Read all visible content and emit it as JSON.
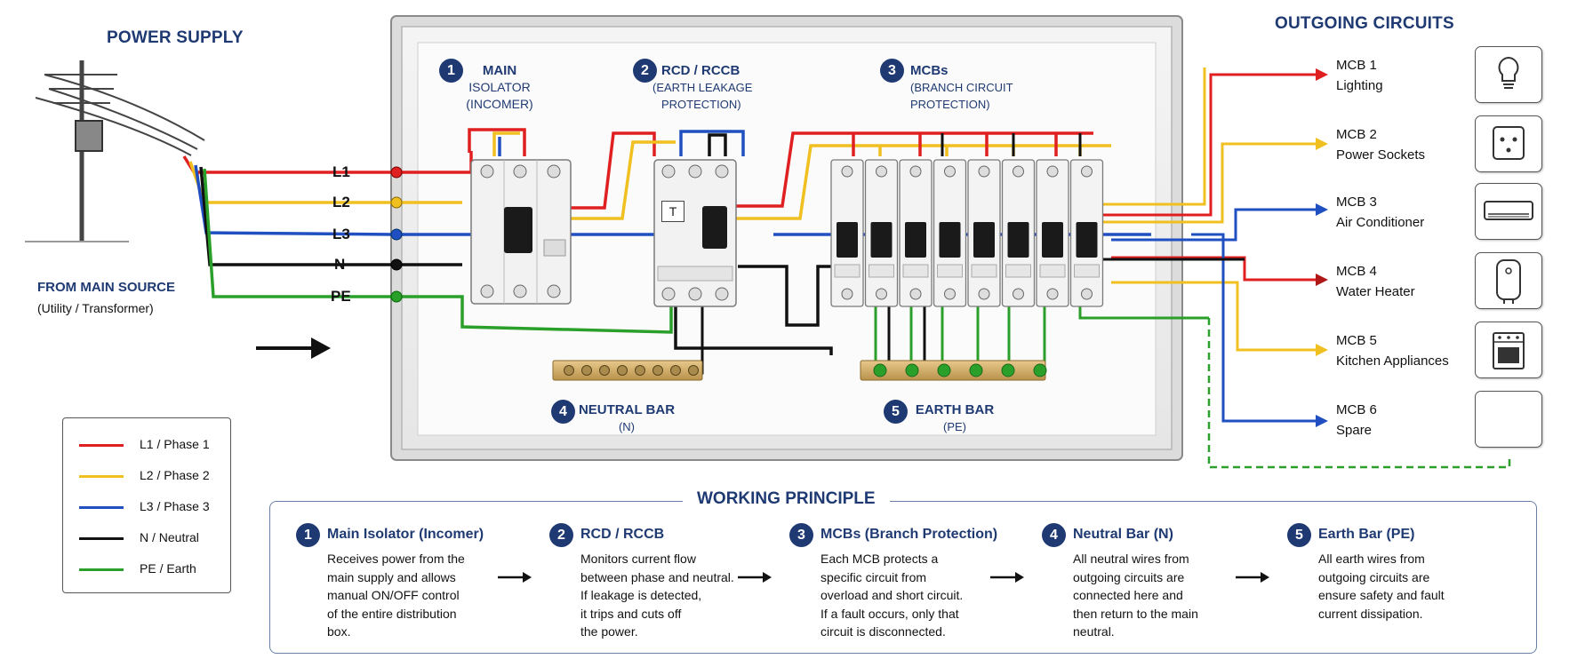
{
  "power_supply": {
    "title": "POWER SUPPLY",
    "source_title": "FROM MAIN SOURCE",
    "source_sub": "(Utility / Transformer)"
  },
  "wires": [
    {
      "label": "L1",
      "color": "#e02020"
    },
    {
      "label": "L2",
      "color": "#f0c020"
    },
    {
      "label": "L3",
      "color": "#1f4fc0"
    },
    {
      "label": "N",
      "color": "#111111"
    },
    {
      "label": "PE",
      "color": "#2aa02a"
    }
  ],
  "components": {
    "isolator": {
      "num": "1",
      "line1": "MAIN",
      "line2": "ISOLATOR",
      "line3": "(INCOMER)"
    },
    "rcd": {
      "num": "2",
      "line1": "RCD / RCCB",
      "line2": "(EARTH LEAKAGE",
      "line3": "PROTECTION)",
      "test": "T"
    },
    "mcbs": {
      "num": "3",
      "line1": "MCBs",
      "line2": "(BRANCH CIRCUIT",
      "line3": "PROTECTION)"
    },
    "neutral_bar": {
      "num": "4",
      "line1": "NEUTRAL BAR",
      "line2": "(N)"
    },
    "earth_bar": {
      "num": "5",
      "line1": "EARTH BAR",
      "line2": "(PE)"
    }
  },
  "outgoing": {
    "title": "OUTGOING CIRCUITS",
    "circuits": [
      {
        "name": "MCB 1",
        "desc": "Lighting",
        "color": "#e02020",
        "icon": "light-bulb-icon"
      },
      {
        "name": "MCB 2",
        "desc": "Power Sockets",
        "color": "#f0c020",
        "icon": "power-socket-icon"
      },
      {
        "name": "MCB 3",
        "desc": "Air Conditioner",
        "color": "#1f4fc0",
        "icon": "air-conditioner-icon"
      },
      {
        "name": "MCB 4",
        "desc": "Water Heater",
        "color": "#e02020",
        "icon": "water-heater-icon"
      },
      {
        "name": "MCB 5",
        "desc": "Kitchen Appliances",
        "color": "#f0c020",
        "icon": "stove-icon"
      },
      {
        "name": "MCB 6",
        "desc": "Spare",
        "color": "#1f4fc0",
        "icon": "empty-icon"
      }
    ]
  },
  "legend": [
    {
      "label": "L1 / Phase 1",
      "color": "#e02020"
    },
    {
      "label": "L2 / Phase 2",
      "color": "#f0c020"
    },
    {
      "label": "L3 / Phase 3",
      "color": "#1f4fc0"
    },
    {
      "label": "N / Neutral",
      "color": "#111111"
    },
    {
      "label": "PE / Earth",
      "color": "#2aa02a"
    }
  ],
  "working_principle": {
    "title": "WORKING PRINCIPLE",
    "steps": [
      {
        "num": "1",
        "title": "Main Isolator (Incomer)",
        "body": "Receives power from the\nmain supply and allows\nmanual ON/OFF control\nof the entire distribution\nbox."
      },
      {
        "num": "2",
        "title": "RCD / RCCB",
        "body": "Monitors current flow\nbetween phase and neutral.\nIf leakage is detected,\nit trips and cuts off\nthe power."
      },
      {
        "num": "3",
        "title": "MCBs (Branch Protection)",
        "body": "Each MCB protects a\nspecific circuit from\noverload and short circuit.\nIf a fault occurs, only that\ncircuit is disconnected."
      },
      {
        "num": "4",
        "title": "Neutral Bar (N)",
        "body": "All neutral wires from\noutgoing circuits are\nconnected here and\nthen return to the main\nneutral."
      },
      {
        "num": "5",
        "title": "Earth Bar (PE)",
        "body": "All earth wires from\noutgoing circuits are\nensure safety and fault\ncurrent dissipation."
      }
    ]
  }
}
